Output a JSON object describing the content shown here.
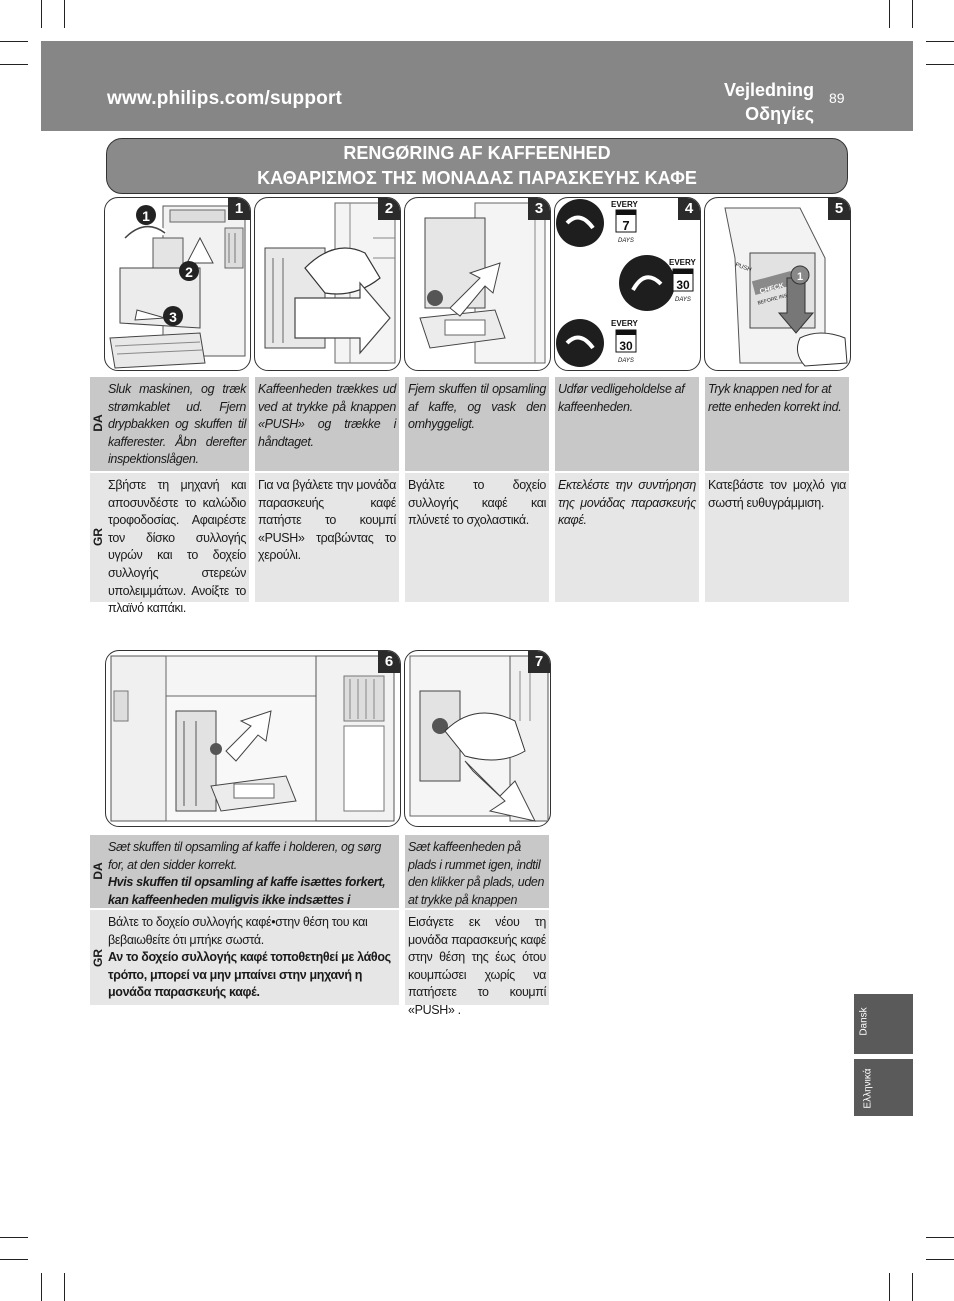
{
  "header": {
    "url": "www.philips.com/support",
    "title_da": "Vejledning",
    "title_gr": "Οδηγίες",
    "page_number": "89"
  },
  "title": {
    "line_da": "RENGØRING AF KAFFEENHED",
    "line_gr": "ΚΑΘΑΡΙΣΜΟΣ ΤΗΣ ΜΟΝΑΔΑΣ ΠΑΡΑΣΚΕΥΗΣ ΚΑΦΕ"
  },
  "lang_labels": {
    "da": "DA",
    "gr": "GR"
  },
  "steps_top": [
    {
      "number": "1",
      "da": "Sluk maskinen, og træk strømkablet ud. Fjern drypbakken og skuffen til kafferester. Åbn derefter inspektionslågen.",
      "gr": "Σβήστε τη μηχανή και αποσυνδέστε το καλώδιο τροφοδοσίας. Αφαιρέστε τον δίσκο συλλογής υγρών και το δοχείο συλλογής στερεών υπολειμμάτων. Ανοίξτε το πλαϊνό καπάκι.",
      "callouts": [
        "1",
        "2",
        "3"
      ]
    },
    {
      "number": "2",
      "da": "Kaffeenheden trækkes ud ved at trykke på knappen «PUSH» og trække i håndtaget.",
      "gr": "Για να βγάλετε την μονάδα παρασκευής καφέ πατήστε το κουμπί «PUSH» τραβώντας το χερούλι."
    },
    {
      "number": "3",
      "da": "Fjern skuffen til opsamling af kaffe, og vask den omhyggeligt.",
      "gr": "Βγάλτε το δοχείο συλλογής καφέ και πλύνετέ το σχολαστικά."
    },
    {
      "number": "4",
      "da": "Udfør vedligeholdelse af kaffeenheden.",
      "gr": "Εκτελέστε την συντήρηση της μονάδας παρασκευής καφέ.",
      "schedule": [
        {
          "every": "EVERY",
          "value": "7",
          "unit": "DAYS"
        },
        {
          "every": "EVERY",
          "value": "30",
          "unit": "DAYS"
        },
        {
          "every": "EVERY",
          "value": "30",
          "unit": "DAYS"
        }
      ]
    },
    {
      "number": "5",
      "da": "Tryk knappen ned for at rette enheden korrekt ind.",
      "gr": "Κατεβάστε τον μοχλό για σωστή ευθυγράμμιση.",
      "sticker": {
        "check": "CHECK",
        "note": "BEFORE INSERTING",
        "push": "PUSH",
        "callout": "1"
      }
    }
  ],
  "steps_bottom": [
    {
      "number": "6",
      "da": "Sæt skuffen til opsamling af kaffe i holderen, og sørg for, at den sidder korrekt.",
      "da_warning": "Hvis skuffen til opsamling af kaffe isættes forkert, kan kaffeenheden muligvis ikke indsættes i maskinen.",
      "gr": "Βάλτε το δοχείο συλλογής καφέ•στην θέση του και βεβαιωθείτε ότι μπήκε σωστά.",
      "gr_warning": "Αν το δοχείο συλλογής καφέ τοποθετηθεί με λάθος τρόπο, μπορεί να μην μπαίνει στην μηχανή η μονάδα παρασκευής καφέ."
    },
    {
      "number": "7",
      "da": "Sæt kaffeenheden på plads i rummet igen, indtil den klikker på plads, uden at trykke på knappen “PUSH”.",
      "gr": "Εισάγετε εκ νέου τη μονάδα παρασκευής καφέ στην θέση της έως ότου κουμπώσει χωρίς να πατήσετε το κουμπί «PUSH» ."
    }
  ],
  "side_tabs": [
    "Dansk",
    "Ελληνικά"
  ],
  "colors": {
    "header": "#868686",
    "da_cell": "#c8c8c8",
    "gr_cell": "#e6e6e6",
    "tab": "#5a5a5a"
  }
}
